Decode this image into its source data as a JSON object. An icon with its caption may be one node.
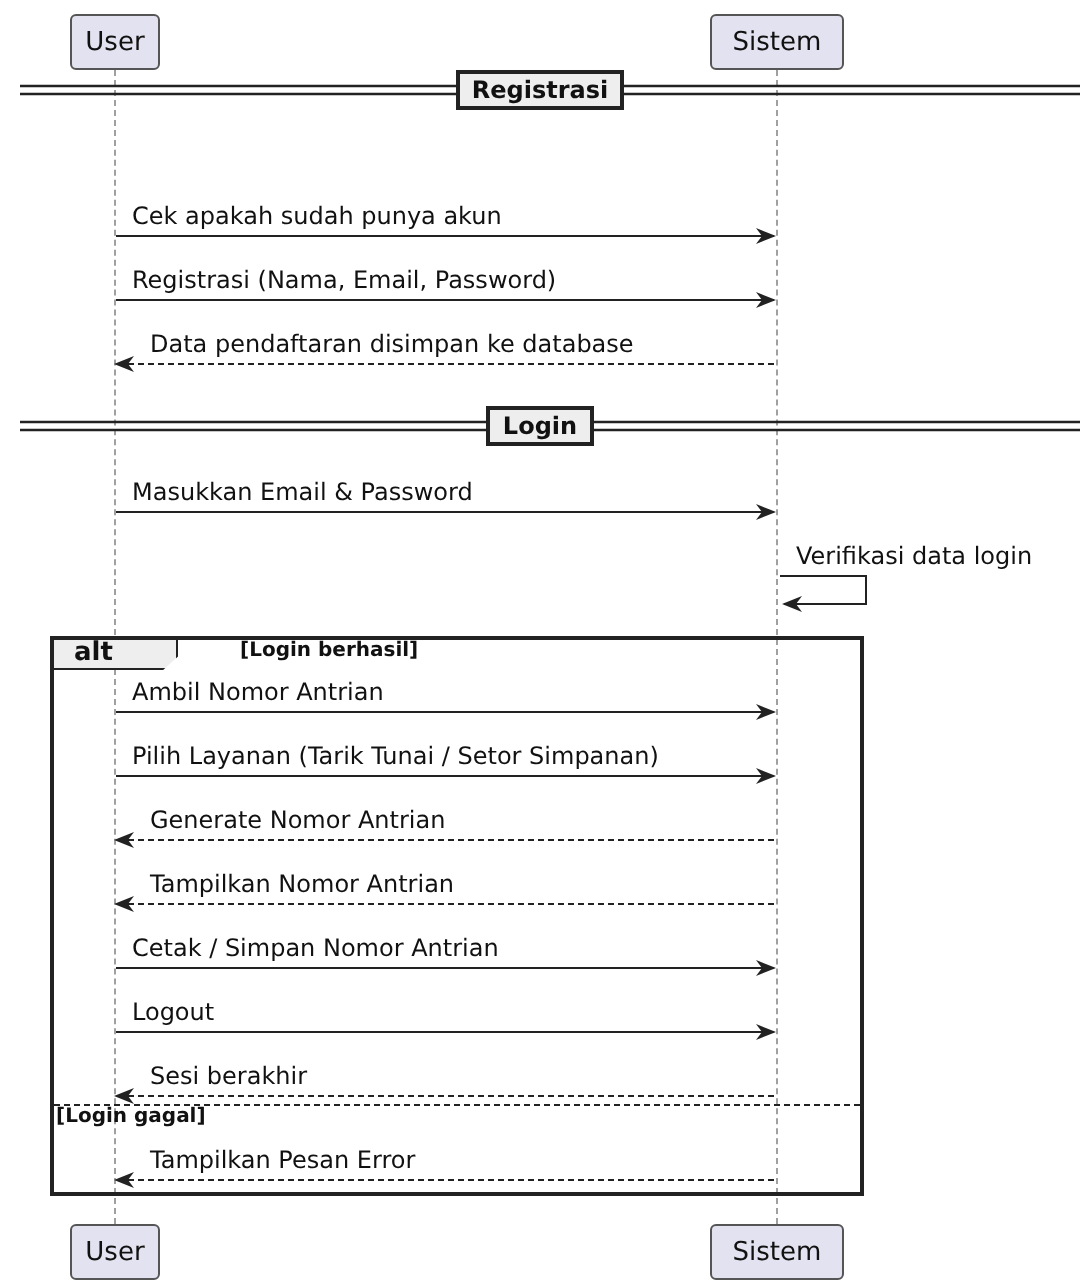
{
  "diagram": {
    "nodes": [
      {
        "text": [
          "User"
        ]
      },
      {
        "text": [
          "Sistem"
        ]
      },
      {
        "text": [
          "User"
        ]
      },
      {
        "text": [
          "Sistem"
        ]
      },
      {
        "text": [],
        "shape": "line"
      },
      {
        "text": [],
        "shape": "line"
      }
    ],
    "edges": [
      {
        "from": 4,
        "to": 5,
        "arrow": "to",
        "label": "Cek apakah sudah punya akun"
      },
      {
        "from": 4,
        "to": 5,
        "arrow": "to",
        "label": "Registrasi (Nama, Email, Password)"
      },
      {
        "from": 5,
        "to": 4,
        "arrow": "to",
        "label": "Data pendaftaran disimpan ke database",
        "style": "dashed"
      },
      {
        "from": 4,
        "to": 5,
        "arrow": "to",
        "label": "Masukkan Email & Password"
      },
      {
        "from": 5,
        "to": 5,
        "arrow": "to",
        "label": "Verifikasi data login"
      },
      {
        "from": 4,
        "to": 5,
        "arrow": "to",
        "label": "Ambil Nomor Antrian"
      },
      {
        "from": 4,
        "to": 5,
        "arrow": "to",
        "label": "Pilih Layanan (Tarik Tunai / Setor Simpanan)"
      },
      {
        "from": 5,
        "to": 4,
        "arrow": "to",
        "label": "Generate Nomor Antrian",
        "style": "dashed"
      },
      {
        "from": 5,
        "to": 4,
        "arrow": "to",
        "label": "Tampilkan Nomor Antrian",
        "style": "dashed"
      },
      {
        "from": 4,
        "to": 5,
        "arrow": "to",
        "label": "Cetak / Simpan Nomor Antrian"
      },
      {
        "from": 4,
        "to": 5,
        "arrow": "to",
        "label": "Logout"
      },
      {
        "from": 5,
        "to": 4,
        "arrow": "to",
        "label": "Sesi berakhir",
        "style": "dashed"
      },
      {
        "from": 5,
        "to": 4,
        "arrow": "to",
        "label": "Tampilkan Pesan Error",
        "style": "dashed"
      }
    ],
    "labels": [
      "Registrasi",
      "Login",
      "alt",
      "[Login berhasil]",
      "[Login gagal]"
    ]
  }
}
